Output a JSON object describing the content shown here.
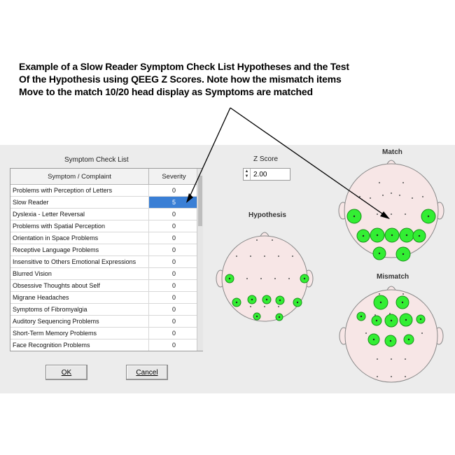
{
  "caption": {
    "line1": "Example of a Slow Reader Symptom Check List Hypotheses and the Test",
    "line2": "Of the Hypothesis using QEEG Z Scores.   Note how the mismatch items",
    "line3": "Move to the match 10/20 head display as Symptoms are matched"
  },
  "symptom_check_list": {
    "title": "Symptom Check List",
    "columns": [
      "Symptom / Complaint",
      "Severity"
    ],
    "rows": [
      {
        "symptom": "Problems with Perception of Letters",
        "severity": "0"
      },
      {
        "symptom": "Slow Reader",
        "severity": "5",
        "selected": true
      },
      {
        "symptom": "Dyslexia - Letter Reversal",
        "severity": "0"
      },
      {
        "symptom": "Problems with Spatial Perception",
        "severity": "0"
      },
      {
        "symptom": "Orientation in Space Problems",
        "severity": "0"
      },
      {
        "symptom": "Receptive Language Problems",
        "severity": "0"
      },
      {
        "symptom": "Insensitive to Others Emotional Expressions",
        "severity": "0"
      },
      {
        "symptom": "Blurred Vision",
        "severity": "0"
      },
      {
        "symptom": "Obsessive Thoughts about Self",
        "severity": "0"
      },
      {
        "symptom": "Migrane Headaches",
        "severity": "0"
      },
      {
        "symptom": "Symptoms of Fibromyalgia",
        "severity": "0"
      },
      {
        "symptom": "Auditory Sequencing Problems",
        "severity": "0"
      },
      {
        "symptom": "Short-Term Memory Problems",
        "severity": "0"
      },
      {
        "symptom": "Face Recognition Problems",
        "severity": "0"
      }
    ]
  },
  "buttons": {
    "ok": "OK",
    "cancel": "Cancel"
  },
  "zscore": {
    "label": "Z Score",
    "value": "2.00"
  },
  "heads": {
    "match": "Match",
    "hypothesis": "Hypothesis",
    "mismatch": "Mismatch"
  },
  "colors": {
    "head_fill": "#f7e6e6",
    "electrode_active": "#33ee33",
    "selection": "#3a7fd5",
    "panel": "#ececec"
  }
}
